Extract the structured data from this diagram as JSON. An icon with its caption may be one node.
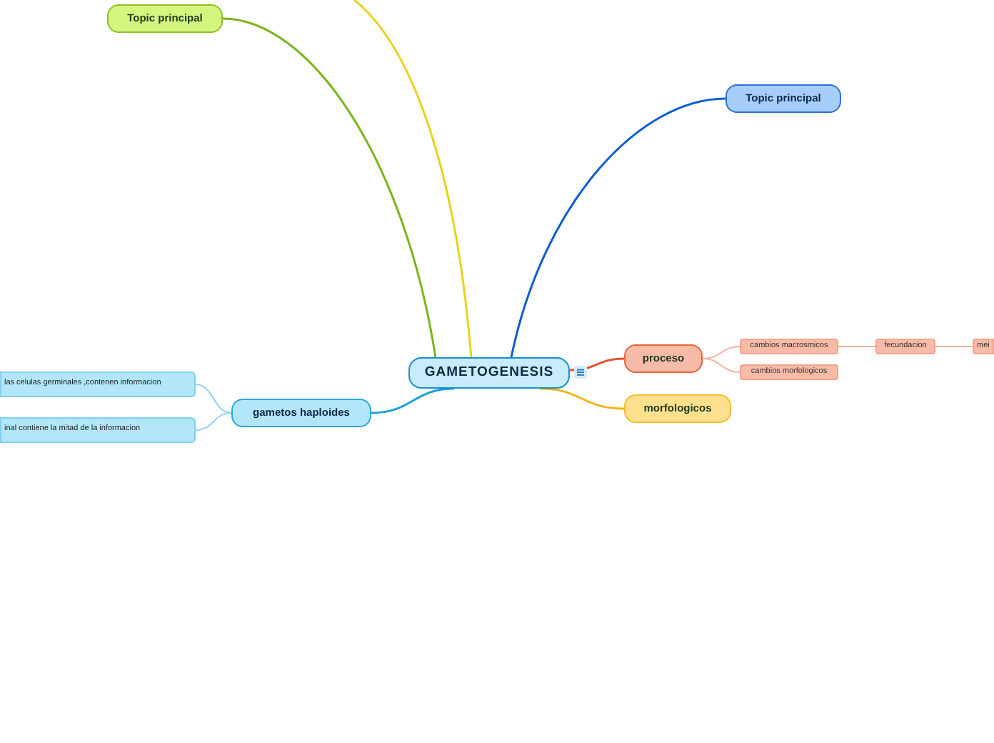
{
  "diagram": {
    "nodes": [
      {
        "text": [
          "GAMETOGENESIS"
        ]
      },
      {
        "text": [
          "Topic principal"
        ]
      },
      {
        "text": [
          "Topic principal"
        ]
      },
      {
        "text": [
          "proceso"
        ]
      },
      {
        "text": [
          "morfologicos"
        ]
      },
      {
        "text": [
          "gametos haploides"
        ]
      },
      {
        "text": [
          "las celulas germinales ,contenen informacion"
        ]
      },
      {
        "text": [
          "inal contiene la mitad de la informacion"
        ]
      },
      {
        "text": [
          "cambios macrosmicos"
        ]
      },
      {
        "text": [
          "cambios morfologicos"
        ]
      },
      {
        "text": [
          "fecundacion"
        ]
      },
      {
        "text": [
          "mei"
        ]
      }
    ],
    "edges": [
      {
        "from": 0,
        "to": 1,
        "arrow": "none",
        "color": "#79b51c"
      },
      {
        "from": 0,
        "to": null,
        "arrow": "none",
        "color": "#e8d31a"
      },
      {
        "from": 0,
        "to": 2,
        "arrow": "none",
        "color": "#0b5ed0"
      },
      {
        "from": 0,
        "to": 3,
        "arrow": "none",
        "color": "#e8552d"
      },
      {
        "from": 0,
        "to": 4,
        "arrow": "none",
        "color": "#f5b314"
      },
      {
        "from": 0,
        "to": 5,
        "arrow": "none",
        "color": "#1a9fdc"
      },
      {
        "from": 5,
        "to": 6,
        "arrow": "none",
        "color": "#8fd2ee"
      },
      {
        "from": 5,
        "to": 7,
        "arrow": "none",
        "color": "#8fd2ee"
      },
      {
        "from": 3,
        "to": 8,
        "arrow": "none",
        "color": "#f6b2a2"
      },
      {
        "from": 3,
        "to": 9,
        "arrow": "none",
        "color": "#f6b2a2"
      },
      {
        "from": 8,
        "to": 10,
        "arrow": "none",
        "color": "#f6b2a2"
      },
      {
        "from": 10,
        "to": 11,
        "arrow": "none",
        "color": "#f6b2a2"
      }
    ]
  }
}
